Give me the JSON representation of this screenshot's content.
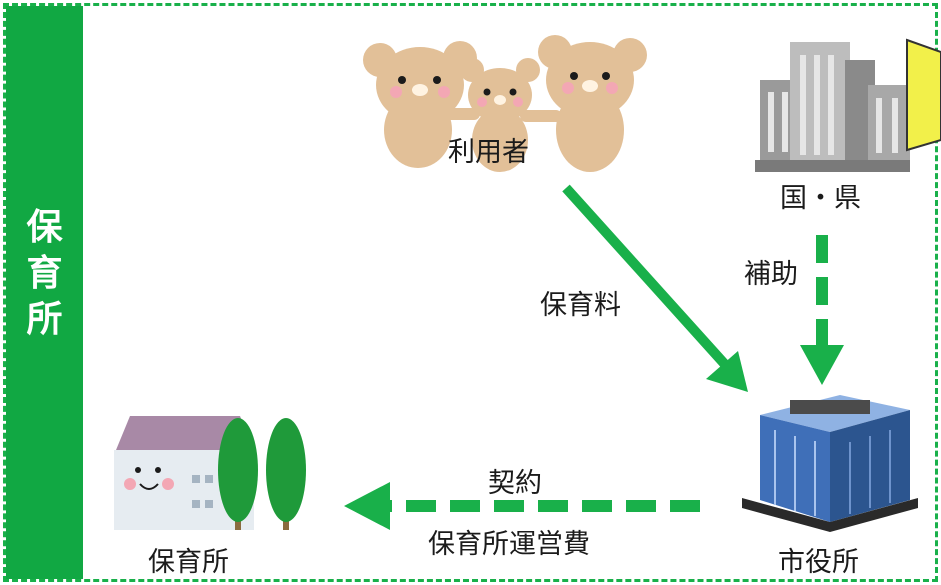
{
  "side_title": [
    "保",
    "育",
    "所"
  ],
  "nodes": {
    "users": "利用者",
    "government": "国・県",
    "city_hall": "市役所",
    "nursery": "保育所"
  },
  "flows": {
    "fee": "保育料",
    "subsidy": "補助",
    "contract": "契約",
    "operating_cost": "保育所運営費"
  },
  "colors": {
    "accent_green": "#19b04a",
    "bear": "#e2c098",
    "cheek": "#f3a7b4",
    "roof": "#a889a6",
    "tree": "#1f9a3a"
  }
}
